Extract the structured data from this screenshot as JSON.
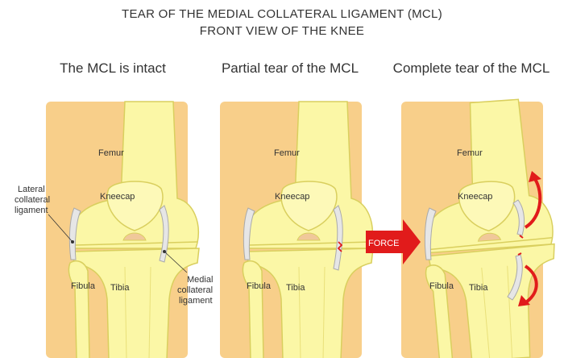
{
  "title_line1": "TEAR OF THE MEDIAL COLLATERAL LIGAMENT (MCL)",
  "title_line2": "FRONT VIEW OF THE KNEE",
  "panels": [
    {
      "heading": "The MCL is intact",
      "femur": "Femur",
      "kneecap": "Kneecap",
      "fibula": "Fibula",
      "tibia": "Tibia"
    },
    {
      "heading": "Partial tear of the MCL",
      "femur": "Femur",
      "kneecap": "Kneecap",
      "fibula": "Fibula",
      "tibia": "Tibia"
    },
    {
      "heading": "Complete tear of the MCL",
      "femur": "Femur",
      "kneecap": "Kneecap",
      "fibula": "Fibula",
      "tibia": "Tibia"
    }
  ],
  "labels": {
    "lcl_line1": "Lateral",
    "lcl_line2": "collateral",
    "lcl_line3": "ligament",
    "mcl_line1": "Medial",
    "mcl_line2": "collateral",
    "mcl_line3": "ligament",
    "force": "FORCE"
  },
  "colors": {
    "skin": "#f8cf8a",
    "bone": "#fbf7a6",
    "bone_outline": "#d9cf5e",
    "cartilage": "#f0c89a",
    "ligament": "#e6e6e6",
    "force_red": "#e11b1b"
  }
}
